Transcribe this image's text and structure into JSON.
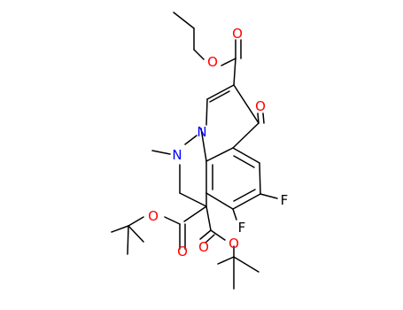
{
  "molecule": {
    "atoms": [
      {
        "symbol": "O",
        "color": "#ff0000"
      },
      {
        "symbol": "O",
        "color": "#ff0000"
      },
      {
        "symbol": "O",
        "color": "#ff0000"
      },
      {
        "symbol": "N",
        "color": "#0000ff"
      },
      {
        "symbol": "N",
        "color": "#0000ff"
      },
      {
        "symbol": "F",
        "color": "#000000"
      },
      {
        "symbol": "F",
        "color": "#000000"
      },
      {
        "symbol": "O",
        "color": "#ff0000"
      },
      {
        "symbol": "O",
        "color": "#ff0000"
      },
      {
        "symbol": "O",
        "color": "#ff0000"
      },
      {
        "symbol": "O",
        "color": "#ff0000"
      }
    ]
  }
}
